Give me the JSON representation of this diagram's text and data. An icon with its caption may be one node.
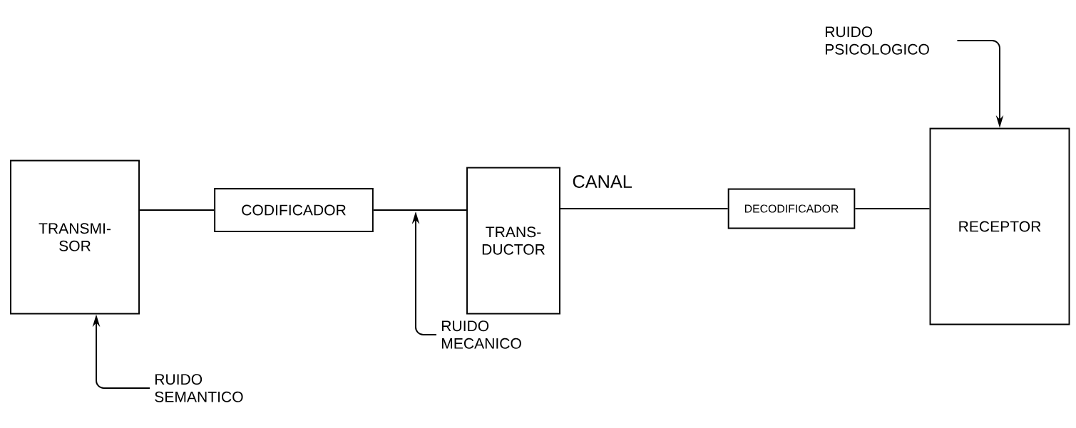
{
  "diagram": {
    "nodes": [
      {
        "text": [
          "TRANSMI-SOR"
        ]
      },
      {
        "text": [
          "CODIFICADOR"
        ]
      },
      {
        "text": [
          "TRANS-DUCTOR"
        ]
      },
      {
        "text": [
          "DECODIFICADOR"
        ]
      },
      {
        "text": [
          "RECEPTOR"
        ]
      },
      {
        "text": [
          "RUIDO SEMANTICO"
        ]
      },
      {
        "text": [
          "RUIDO MECANICO"
        ]
      },
      {
        "text": [
          "RUIDO PSICOLOGICO"
        ]
      }
    ],
    "edges": [
      {
        "from": 0,
        "to": 1,
        "arrow": "none"
      },
      {
        "from": 1,
        "to": 2,
        "arrow": "none"
      },
      {
        "from": 2,
        "to": 3,
        "arrow": "none",
        "label": "CANAL"
      },
      {
        "from": 3,
        "to": 4,
        "arrow": "none"
      },
      {
        "from": 5,
        "to": 0,
        "arrow": "to"
      },
      {
        "from": 6,
        "to": null,
        "arrow": "to"
      },
      {
        "from": 7,
        "to": 4,
        "arrow": "to"
      }
    ]
  }
}
